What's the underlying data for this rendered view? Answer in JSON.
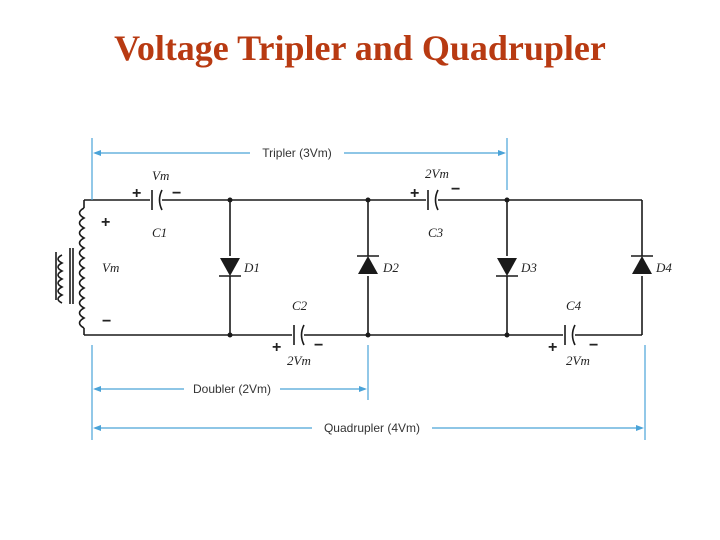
{
  "title": "Voltage Tripler and Quadrupler",
  "dimensions": {
    "tripler": "Tripler (3Vm)",
    "doubler": "Doubler (2Vm)",
    "quadrupler": "Quadrupler (4Vm)"
  },
  "components": {
    "c1": {
      "name": "C1",
      "voltage": "Vm",
      "plus": "+",
      "minus": "−"
    },
    "c2": {
      "name": "C2",
      "voltage": "2Vm",
      "plus": "+",
      "minus": "−"
    },
    "c3": {
      "name": "C3",
      "voltage": "2Vm",
      "plus": "+",
      "minus": "−"
    },
    "c4": {
      "name": "C4",
      "voltage": "2Vm",
      "plus": "+",
      "minus": "−"
    },
    "d1": "D1",
    "d2": "D2",
    "d3": "D3",
    "d4": "D4"
  },
  "source": {
    "voltage": "Vm",
    "plus": "+",
    "minus": "−"
  },
  "colors": {
    "title": "#b83a12",
    "dimension_line": "#4aa3d8",
    "wire": "#1a1a1a"
  }
}
